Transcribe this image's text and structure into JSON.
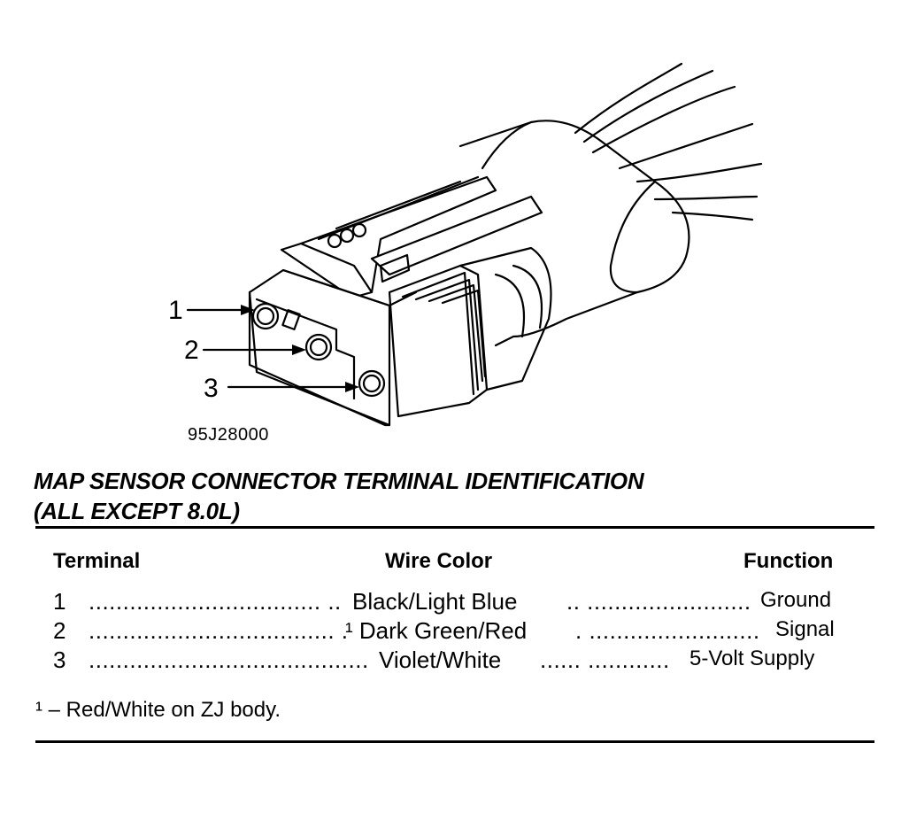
{
  "diagram": {
    "callouts": [
      "1",
      "2",
      "3"
    ],
    "figure_id": "95J28000"
  },
  "title": {
    "line1": "MAP SENSOR CONNECTOR TERMINAL IDENTIFICATION",
    "line2": "(ALL EXCEPT 8.0L)"
  },
  "table": {
    "headers": {
      "terminal": "Terminal",
      "wire_color": "Wire Color",
      "function": "Function"
    },
    "rows": [
      {
        "terminal": "1",
        "wire_color": "Black/Light Blue",
        "function": "Ground"
      },
      {
        "terminal": "2",
        "wire_color": "¹ Dark Green/Red",
        "function": "Signal"
      },
      {
        "terminal": "3",
        "wire_color": "Violet/White",
        "function": "5-Volt Supply"
      }
    ]
  },
  "footnote": "¹  –  Red/White on ZJ body."
}
